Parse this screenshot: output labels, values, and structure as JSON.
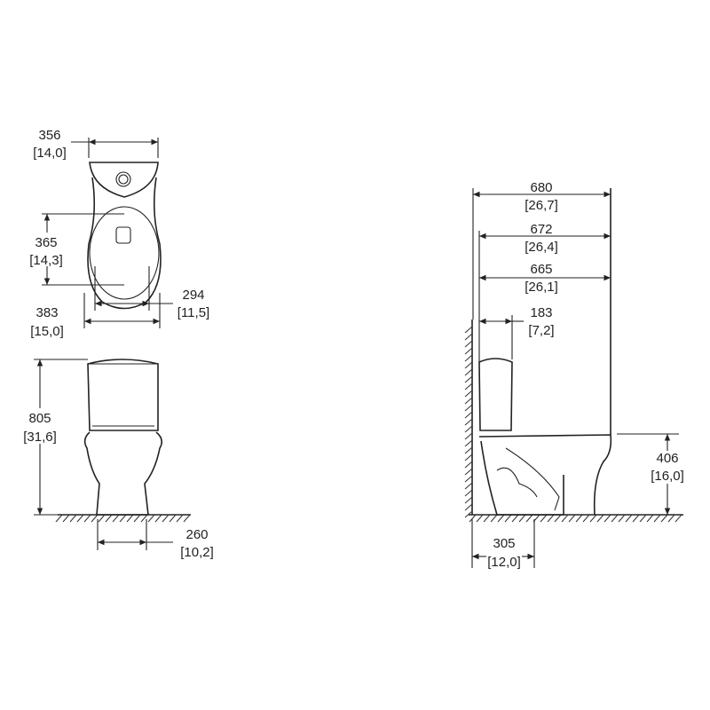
{
  "dimensions": {
    "top_width": {
      "mm": "356",
      "in": "[14,0]"
    },
    "seat_length": {
      "mm": "365",
      "in": "[14,3]"
    },
    "seat_inner_width": {
      "mm": "294",
      "in": "[11,5]"
    },
    "bowl_width": {
      "mm": "383",
      "in": "[15,0]"
    },
    "total_height": {
      "mm": "805",
      "in": "[31,6]"
    },
    "base_width": {
      "mm": "260",
      "in": "[10,2]"
    },
    "total_depth": {
      "mm": "680",
      "in": "[26,7]"
    },
    "depth_2": {
      "mm": "672",
      "in": "[26,4]"
    },
    "depth_3": {
      "mm": "665",
      "in": "[26,1]"
    },
    "tank_depth": {
      "mm": "183",
      "in": "[7,2]"
    },
    "seat_height": {
      "mm": "406",
      "in": "[16,0]"
    },
    "rough_in": {
      "mm": "305",
      "in": "[12,0]"
    }
  }
}
